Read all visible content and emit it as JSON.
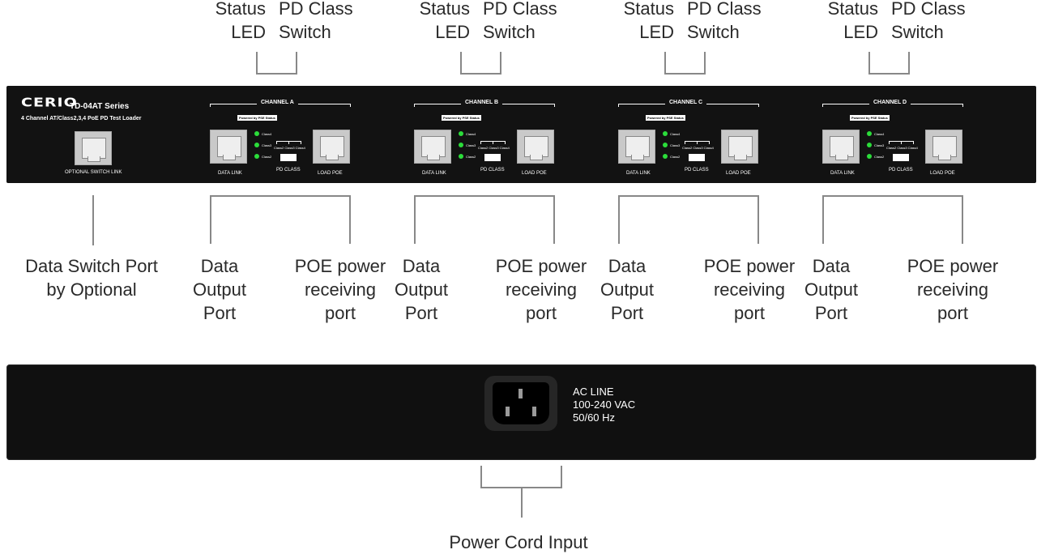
{
  "top_labels": {
    "status_led": [
      "Status",
      "LED"
    ],
    "pd_class_switch": [
      "PD Class",
      "Switch"
    ]
  },
  "front_panel": {
    "brand": "CERIO",
    "model": "TD-04AT Series",
    "subtitle": "4 Channel AT/Class2,3,4 PoE PD Test Loader",
    "optional_port_label": "OPTIONAL SWITCH LINK",
    "channels": [
      {
        "name": "CHANNEL A"
      },
      {
        "name": "CHANNEL B"
      },
      {
        "name": "CHANNEL C"
      },
      {
        "name": "CHANNEL D"
      }
    ],
    "pse_status": "Powered by PSE Status",
    "led_labels": [
      "Class4",
      "Class3",
      "Class2"
    ],
    "switch_labels": "Class2 Class3 Class4",
    "data_link_label": "DATA LINK",
    "pd_class_label": "PD CLASS",
    "load_poe_label": "LOAD POE"
  },
  "callouts": {
    "data_switch_port": [
      "Data Switch Port",
      "by Optional"
    ],
    "data_output_port": [
      "Data",
      "Output",
      "Port"
    ],
    "poe_receiving_port": [
      "POE power",
      "receiving",
      "port"
    ]
  },
  "rear_panel": {
    "ac_line": "AC LINE",
    "voltage": "100-240 VAC",
    "frequency": "50/60 Hz"
  },
  "power_cord_input": "Power Cord Input",
  "colors": {
    "panel": "#121212",
    "led": "#2bdc3a",
    "bracket": "#888888"
  }
}
